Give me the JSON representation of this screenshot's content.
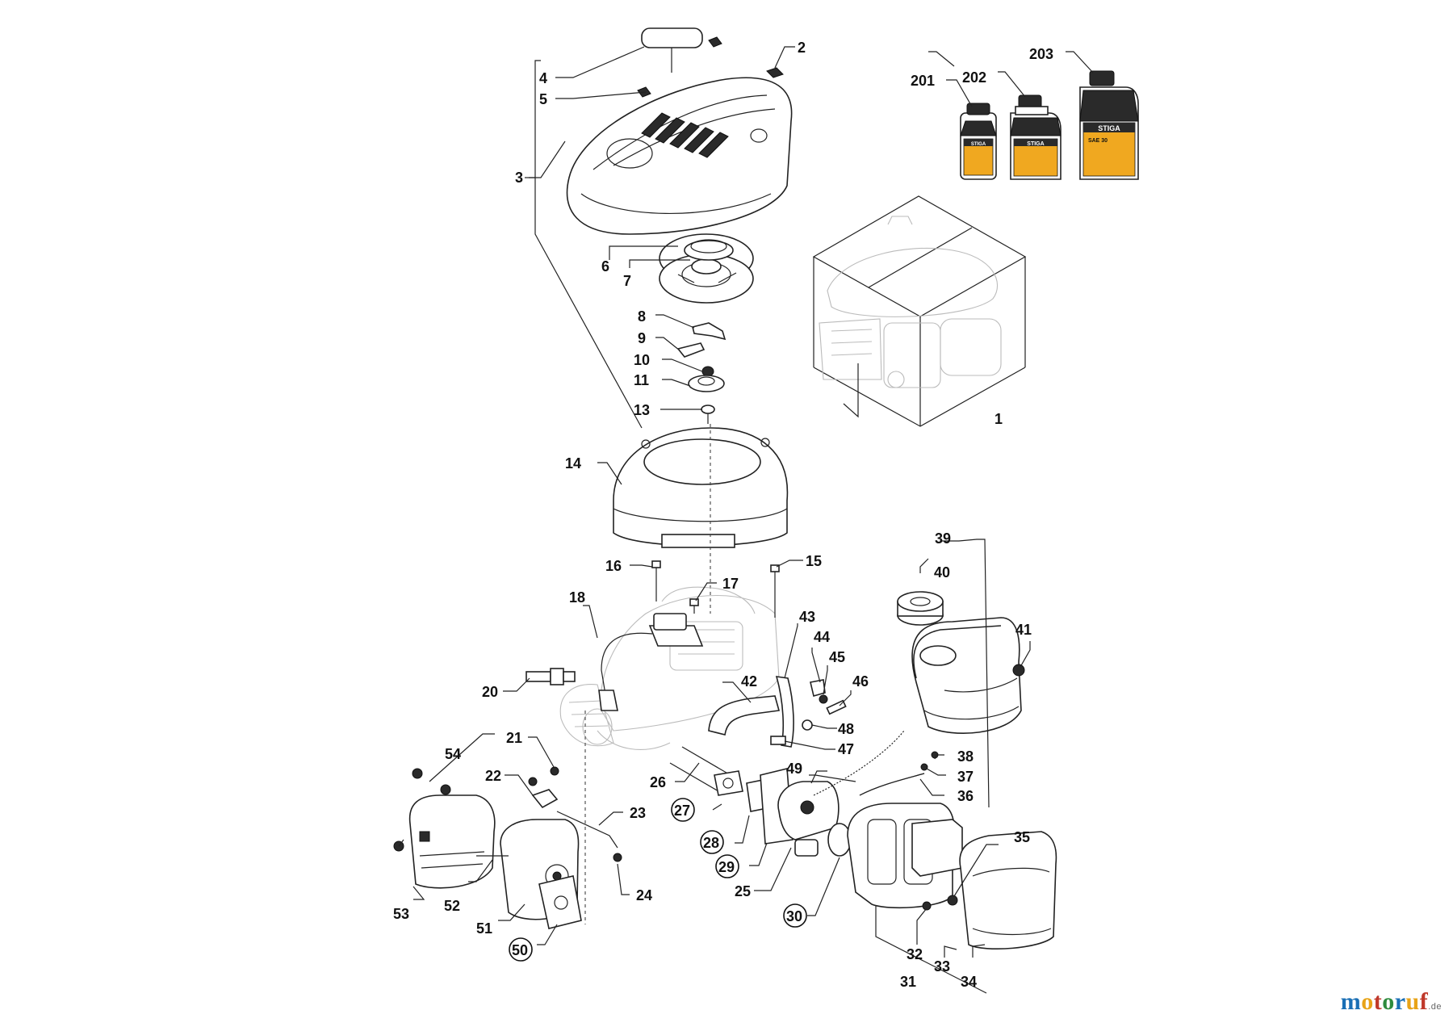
{
  "diagram": {
    "parts": [
      {
        "id": "1",
        "label": "1"
      },
      {
        "id": "2",
        "label": "2"
      },
      {
        "id": "3",
        "label": "3"
      },
      {
        "id": "4",
        "label": "4"
      },
      {
        "id": "5",
        "label": "5"
      },
      {
        "id": "6",
        "label": "6"
      },
      {
        "id": "7",
        "label": "7"
      },
      {
        "id": "8",
        "label": "8"
      },
      {
        "id": "9",
        "label": "9"
      },
      {
        "id": "10",
        "label": "10"
      },
      {
        "id": "11",
        "label": "11"
      },
      {
        "id": "13",
        "label": "13"
      },
      {
        "id": "14",
        "label": "14"
      },
      {
        "id": "15",
        "label": "15"
      },
      {
        "id": "16",
        "label": "16"
      },
      {
        "id": "17",
        "label": "17"
      },
      {
        "id": "18",
        "label": "18"
      },
      {
        "id": "20",
        "label": "20"
      },
      {
        "id": "21",
        "label": "21"
      },
      {
        "id": "22",
        "label": "22"
      },
      {
        "id": "23",
        "label": "23"
      },
      {
        "id": "24",
        "label": "24"
      },
      {
        "id": "25",
        "label": "25"
      },
      {
        "id": "26",
        "label": "26"
      },
      {
        "id": "27",
        "label": "27",
        "circled": true
      },
      {
        "id": "28",
        "label": "28",
        "circled": true
      },
      {
        "id": "29",
        "label": "29",
        "circled": true
      },
      {
        "id": "30",
        "label": "30",
        "circled": true
      },
      {
        "id": "31",
        "label": "31"
      },
      {
        "id": "32",
        "label": "32"
      },
      {
        "id": "33",
        "label": "33"
      },
      {
        "id": "34",
        "label": "34"
      },
      {
        "id": "35",
        "label": "35"
      },
      {
        "id": "36",
        "label": "36"
      },
      {
        "id": "37",
        "label": "37"
      },
      {
        "id": "38",
        "label": "38"
      },
      {
        "id": "39",
        "label": "39"
      },
      {
        "id": "40",
        "label": "40"
      },
      {
        "id": "41",
        "label": "41"
      },
      {
        "id": "42",
        "label": "42"
      },
      {
        "id": "43",
        "label": "43"
      },
      {
        "id": "44",
        "label": "44"
      },
      {
        "id": "45",
        "label": "45"
      },
      {
        "id": "46",
        "label": "46"
      },
      {
        "id": "47",
        "label": "47"
      },
      {
        "id": "48",
        "label": "48"
      },
      {
        "id": "49",
        "label": "49"
      },
      {
        "id": "50",
        "label": "50",
        "circled": true
      },
      {
        "id": "51",
        "label": "51"
      },
      {
        "id": "52",
        "label": "52"
      },
      {
        "id": "53",
        "label": "53"
      },
      {
        "id": "54",
        "label": "54"
      },
      {
        "id": "201",
        "label": "201"
      },
      {
        "id": "202",
        "label": "202"
      },
      {
        "id": "203",
        "label": "203"
      }
    ]
  },
  "bottles": {
    "brand_text": "STIGA",
    "grade_text": "SAE 30"
  },
  "watermark": {
    "letters": [
      "m",
      "o",
      "t",
      "o",
      "r",
      "u",
      "f"
    ],
    "colors": [
      "#1a6fb5",
      "#e8a317",
      "#c0392b",
      "#2e8b3e",
      "#1a6fb5",
      "#e8a317",
      "#c0392b"
    ],
    "suffix": ".de"
  }
}
